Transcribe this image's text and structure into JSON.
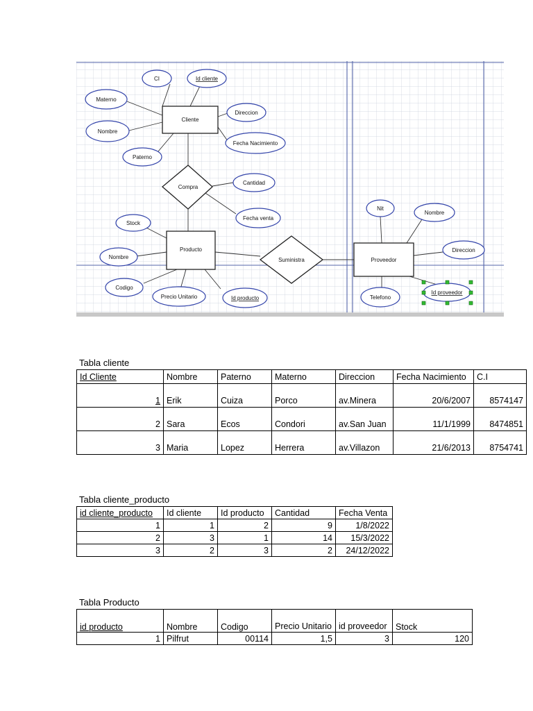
{
  "diagram": {
    "entities": {
      "cliente": "Cliente",
      "producto": "Producto",
      "proveedor": "Proveedor"
    },
    "relations": {
      "compra": "Compra",
      "suministra": "Suministra"
    },
    "attributes": {
      "ci": "CI",
      "id_cliente": "Id cliente",
      "materno": "Materno",
      "nombre_cliente": "Nombre",
      "paterno": "Paterno",
      "direccion_cliente": "Direccion",
      "fecha_nacimiento": "Fecha Nacimiento",
      "cantidad": "Cantidad",
      "fecha_venta": "Fecha venta",
      "stock": "Stock",
      "nombre_producto": "Nombre",
      "codigo": "Codigo",
      "precio_unitario": "Precio Unitario",
      "id_producto": "Id producto",
      "nit": "Nit",
      "nombre_proveedor": "Nombre",
      "direccion_proveedor": "Direccion",
      "telefono": "Telefono",
      "id_proveedor": "Id proveedor"
    }
  },
  "tabla_cliente": {
    "title": "Tabla cliente",
    "headers": [
      "Id Cliente",
      "Nombre",
      "Paterno",
      "Materno",
      "Direccion",
      "Fecha Nacimiento",
      "C.I"
    ],
    "rows": [
      [
        "1",
        "Erik",
        "Cuiza",
        "Porco",
        "av.Minera",
        "20/6/2007",
        "8574147"
      ],
      [
        "2",
        "Sara",
        "Ecos",
        "Condori",
        "av.San Juan",
        "11/1/1999",
        "8474851"
      ],
      [
        "3",
        "Maria",
        "Lopez",
        "Herrera",
        "av.Villazon",
        "21/6/2013",
        "8754741"
      ]
    ]
  },
  "tabla_cliente_producto": {
    "title": "Tabla cliente_producto",
    "headers": [
      "id cliente_producto",
      "Id cliente",
      "Id producto",
      "Cantidad",
      "Fecha Venta"
    ],
    "rows": [
      [
        "1",
        "1",
        "2",
        "9",
        "1/8/2022"
      ],
      [
        "2",
        "3",
        "1",
        "14",
        "15/3/2022"
      ],
      [
        "3",
        "2",
        "3",
        "2",
        "24/12/2022"
      ]
    ]
  },
  "tabla_producto": {
    "title": "Tabla Producto",
    "headers": [
      "id producto",
      "Nombre",
      "Codigo",
      "Precio Unitario",
      "id proveedor",
      "Stock"
    ],
    "rows": [
      [
        "1",
        "Pilfrut",
        "00114",
        "1,5",
        "3",
        "120"
      ]
    ]
  }
}
